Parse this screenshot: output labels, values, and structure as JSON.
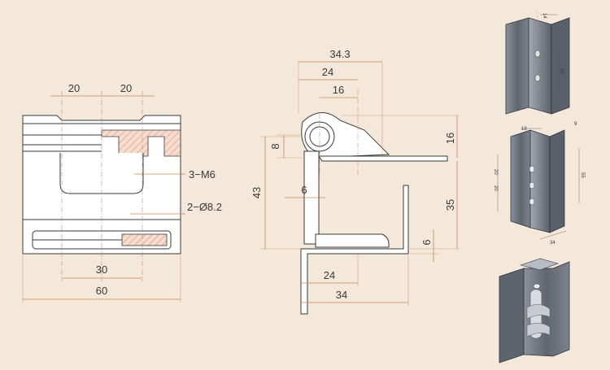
{
  "colors": {
    "background": "#f3e8da",
    "dimension_line": "#c98a5a",
    "outline": "#3a3a3a",
    "metal": "#6b727c"
  },
  "front_view": {
    "dim_top_left": "20",
    "dim_top_right": "20",
    "dim_thread": "3−M6",
    "dim_hole": "2−Ø8.2",
    "dim_bottom_inner": "30",
    "dim_bottom_total": "60"
  },
  "side_view": {
    "dim_top_total": "34.3",
    "dim_mid": "24",
    "dim_inner": "16",
    "dim_right_top": "16",
    "dim_left_small": "8",
    "dim_left_total": "43",
    "dim_thickness": "6",
    "dim_right_height": "35",
    "dim_right_small": "6",
    "dim_bottom_inner": "24",
    "dim_bottom_total": "34"
  },
  "render_top": {
    "dim_a": "14",
    "dim_b": "20"
  },
  "render_middle": {
    "dim_a": "18",
    "dim_b": "9",
    "dim_c": "20",
    "dim_d": "20",
    "dim_e": "55",
    "dim_f": "34"
  }
}
